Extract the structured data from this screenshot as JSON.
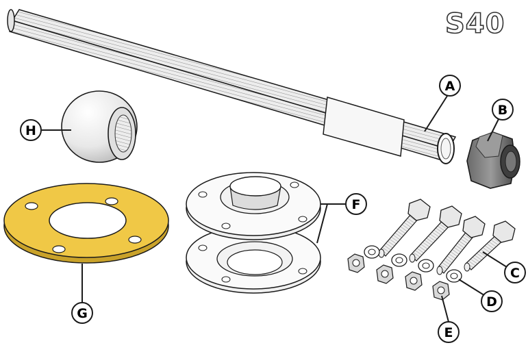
{
  "model": "S40",
  "callouts": {
    "A": "A",
    "B": "B",
    "C": "C",
    "D": "D",
    "E": "E",
    "F": "F",
    "G": "G",
    "H": "H"
  },
  "colors": {
    "line": "#1a1a1a",
    "gasket": "#f0c846",
    "gasket_edge": "#c9a22a",
    "nut_dark": "#555555",
    "metal_light": "#f2f2f2",
    "model_outline": "#333333"
  }
}
